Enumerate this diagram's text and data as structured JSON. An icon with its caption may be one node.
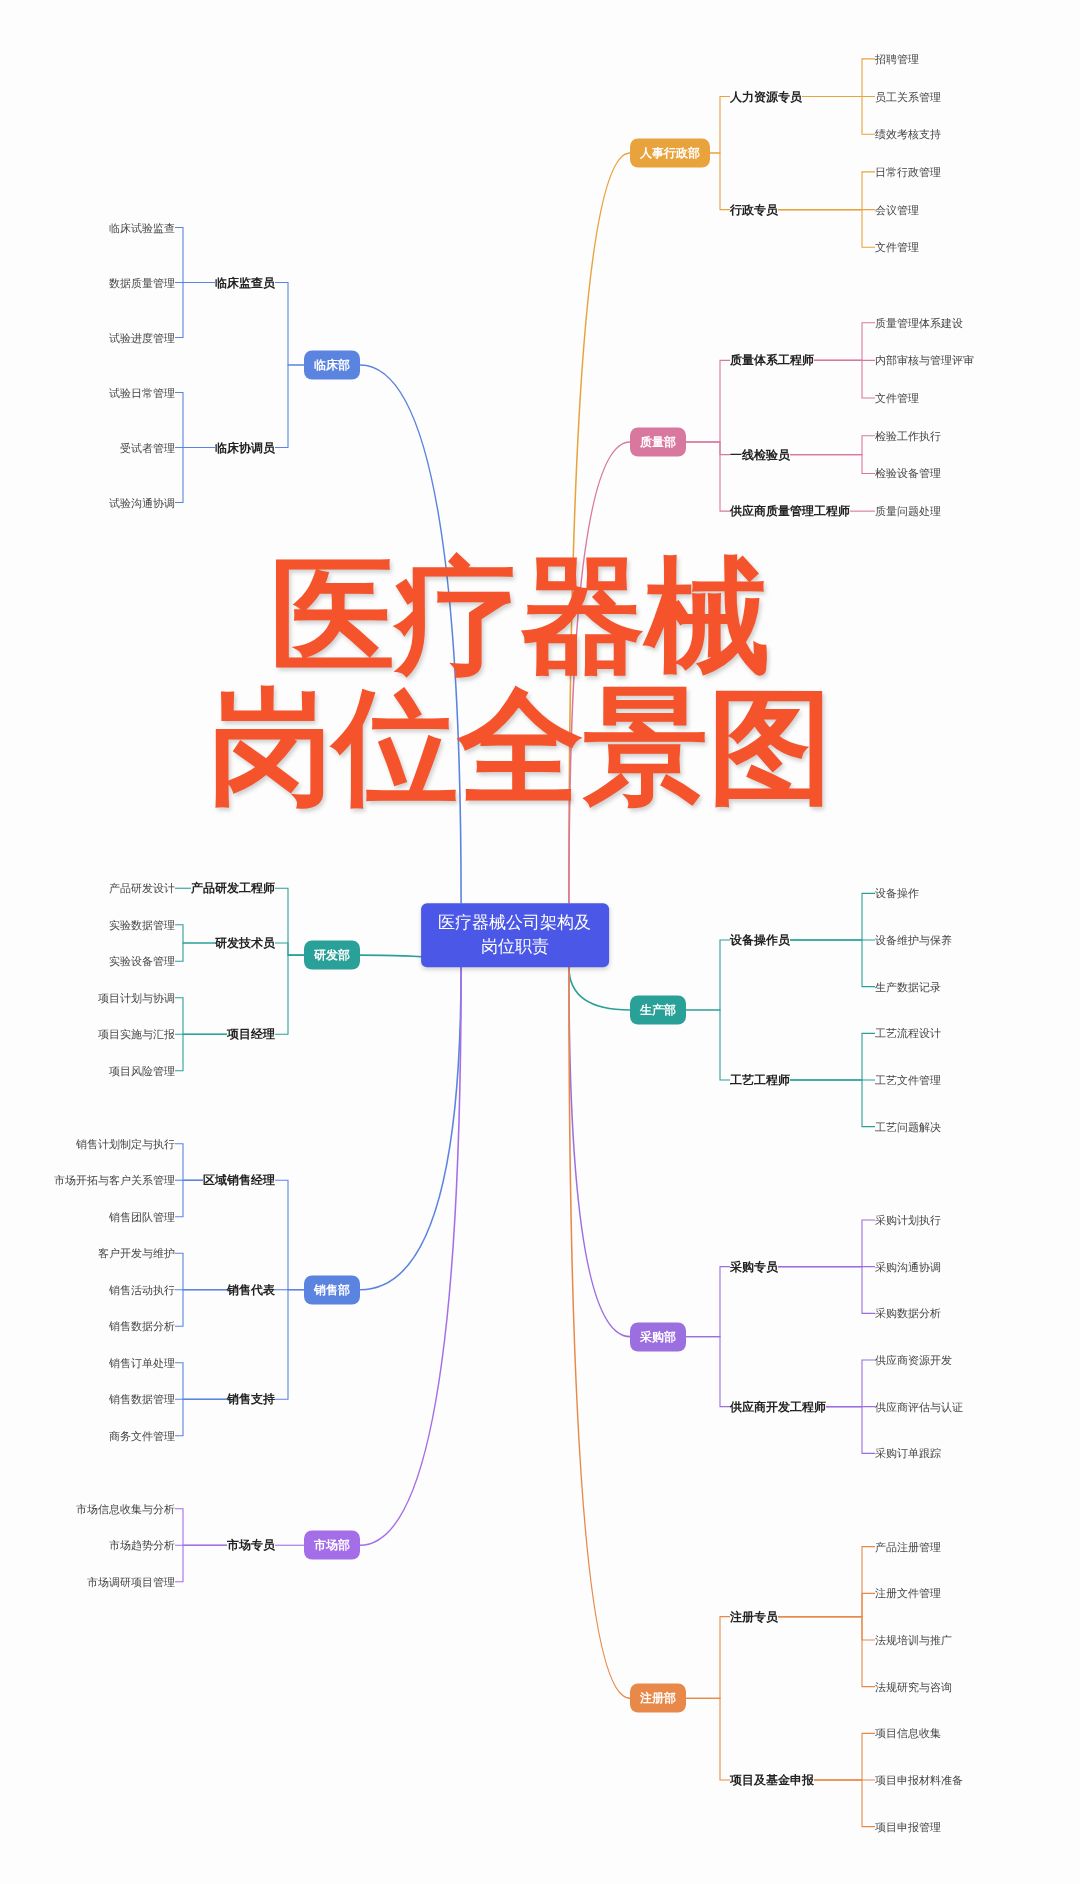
{
  "diagram": {
    "title": "医疗器械岗位全景图",
    "nodes": [
      {
        "text": [
          "医疗器械公司架构及岗位职责"
        ]
      },
      {
        "text": [
          "人事行政部"
        ]
      },
      {
        "text": [
          "人力资源专员"
        ]
      },
      {
        "text": [
          "招聘管理"
        ]
      },
      {
        "text": [
          "员工关系管理"
        ]
      },
      {
        "text": [
          "绩效考核支持"
        ]
      },
      {
        "text": [
          "行政专员"
        ]
      },
      {
        "text": [
          "日常行政管理"
        ]
      },
      {
        "text": [
          "会议管理"
        ]
      },
      {
        "text": [
          "文件管理"
        ]
      },
      {
        "text": [
          "质量部"
        ]
      },
      {
        "text": [
          "质量体系工程师"
        ]
      },
      {
        "text": [
          "质量管理体系建设"
        ]
      },
      {
        "text": [
          "内部审核与管理评审"
        ]
      },
      {
        "text": [
          "文件管理"
        ]
      },
      {
        "text": [
          "一线检验员"
        ]
      },
      {
        "text": [
          "检验工作执行"
        ]
      },
      {
        "text": [
          "检验设备管理"
        ]
      },
      {
        "text": [
          "供应商质量管理工程师"
        ]
      },
      {
        "text": [
          "质量问题处理"
        ]
      },
      {
        "text": [
          "生产部"
        ]
      },
      {
        "text": [
          "设备操作员"
        ]
      },
      {
        "text": [
          "设备操作"
        ]
      },
      {
        "text": [
          "设备维护与保养"
        ]
      },
      {
        "text": [
          "生产数据记录"
        ]
      },
      {
        "text": [
          "工艺工程师"
        ]
      },
      {
        "text": [
          "工艺流程设计"
        ]
      },
      {
        "text": [
          "工艺文件管理"
        ]
      },
      {
        "text": [
          "工艺问题解决"
        ]
      },
      {
        "text": [
          "采购部"
        ]
      },
      {
        "text": [
          "采购专员"
        ]
      },
      {
        "text": [
          "采购计划执行"
        ]
      },
      {
        "text": [
          "采购沟通协调"
        ]
      },
      {
        "text": [
          "采购数据分析"
        ]
      },
      {
        "text": [
          "供应商开发工程师"
        ]
      },
      {
        "text": [
          "供应商资源开发"
        ]
      },
      {
        "text": [
          "供应商评估与认证"
        ]
      },
      {
        "text": [
          "采购订单跟踪"
        ]
      },
      {
        "text": [
          "注册部"
        ]
      },
      {
        "text": [
          "注册专员"
        ]
      },
      {
        "text": [
          "产品注册管理"
        ]
      },
      {
        "text": [
          "注册文件管理"
        ]
      },
      {
        "text": [
          "法规培训与推广"
        ]
      },
      {
        "text": [
          "法规研究与咨询"
        ]
      },
      {
        "text": [
          "项目及基金申报"
        ]
      },
      {
        "text": [
          "项目信息收集"
        ]
      },
      {
        "text": [
          "项目申报材料准备"
        ]
      },
      {
        "text": [
          "项目申报管理"
        ]
      },
      {
        "text": [
          "临床部"
        ]
      },
      {
        "text": [
          "临床监查员"
        ]
      },
      {
        "text": [
          "临床试验监查"
        ]
      },
      {
        "text": [
          "数据质量管理"
        ]
      },
      {
        "text": [
          "试验进度管理"
        ]
      },
      {
        "text": [
          "临床协调员"
        ]
      },
      {
        "text": [
          "试验日常管理"
        ]
      },
      {
        "text": [
          "受试者管理"
        ]
      },
      {
        "text": [
          "试验沟通协调"
        ]
      },
      {
        "text": [
          "研发部"
        ]
      },
      {
        "text": [
          "产品研发工程师"
        ]
      },
      {
        "text": [
          "产品研发设计"
        ]
      },
      {
        "text": [
          "研发技术员"
        ]
      },
      {
        "text": [
          "实验数据管理"
        ]
      },
      {
        "text": [
          "实验设备管理"
        ]
      },
      {
        "text": [
          "项目经理"
        ]
      },
      {
        "text": [
          "项目计划与协调"
        ]
      },
      {
        "text": [
          "项目实施与汇报"
        ]
      },
      {
        "text": [
          "项目风险管理"
        ]
      },
      {
        "text": [
          "销售部"
        ]
      },
      {
        "text": [
          "区域销售经理"
        ]
      },
      {
        "text": [
          "销售计划制定与执行"
        ]
      },
      {
        "text": [
          "市场开拓与客户关系管理"
        ]
      },
      {
        "text": [
          "销售团队管理"
        ]
      },
      {
        "text": [
          "销售代表"
        ]
      },
      {
        "text": [
          "客户开发与维护"
        ]
      },
      {
        "text": [
          "销售活动执行"
        ]
      },
      {
        "text": [
          "销售数据分析"
        ]
      },
      {
        "text": [
          "销售支持"
        ]
      },
      {
        "text": [
          "销售订单处理"
        ]
      },
      {
        "text": [
          "销售数据管理"
        ]
      },
      {
        "text": [
          "商务文件管理"
        ]
      },
      {
        "text": [
          "市场部"
        ]
      },
      {
        "text": [
          "市场专员"
        ]
      },
      {
        "text": [
          "市场信息收集与分析"
        ]
      },
      {
        "text": [
          "市场趋势分析"
        ]
      },
      {
        "text": [
          "市场调研项目管理"
        ]
      }
    ],
    "edges": [
      {
        "from": 0,
        "to": 1,
        "arrow": "none",
        "color": "#e8a33d"
      },
      {
        "from": 0,
        "to": 10,
        "arrow": "none",
        "color": "#d9789f"
      },
      {
        "from": 0,
        "to": 20,
        "arrow": "none",
        "color": "#2aa198"
      },
      {
        "from": 0,
        "to": 29,
        "arrow": "none",
        "color": "#9b6fe0"
      },
      {
        "from": 0,
        "to": 38,
        "arrow": "none",
        "color": "#e8894a"
      },
      {
        "from": 0,
        "to": 48,
        "arrow": "none",
        "color": "#5b84e0"
      },
      {
        "from": 0,
        "to": 57,
        "arrow": "none",
        "color": "#2aa198"
      },
      {
        "from": 0,
        "to": 67,
        "arrow": "none",
        "color": "#5b84e0"
      },
      {
        "from": 0,
        "to": 80,
        "arrow": "none",
        "color": "#a46ee8"
      },
      {
        "from": 1,
        "to": 2,
        "arrow": "none",
        "color": "#e8a33d"
      },
      {
        "from": 2,
        "to": 3,
        "arrow": "none",
        "color": "#e8a33d"
      },
      {
        "from": 2,
        "to": 4,
        "arrow": "none",
        "color": "#e8a33d"
      },
      {
        "from": 2,
        "to": 5,
        "arrow": "none",
        "color": "#e8a33d"
      },
      {
        "from": 1,
        "to": 6,
        "arrow": "none",
        "color": "#e8a33d"
      },
      {
        "from": 6,
        "to": 7,
        "arrow": "none",
        "color": "#e8a33d"
      },
      {
        "from": 6,
        "to": 8,
        "arrow": "none",
        "color": "#e8a33d"
      },
      {
        "from": 6,
        "to": 9,
        "arrow": "none",
        "color": "#e8a33d"
      },
      {
        "from": 10,
        "to": 11,
        "arrow": "none",
        "color": "#d9789f"
      },
      {
        "from": 11,
        "to": 12,
        "arrow": "none",
        "color": "#d9789f"
      },
      {
        "from": 11,
        "to": 13,
        "arrow": "none",
        "color": "#d9789f"
      },
      {
        "from": 11,
        "to": 14,
        "arrow": "none",
        "color": "#d9789f"
      },
      {
        "from": 10,
        "to": 15,
        "arrow": "none",
        "color": "#d9789f"
      },
      {
        "from": 15,
        "to": 16,
        "arrow": "none",
        "color": "#d9789f"
      },
      {
        "from": 15,
        "to": 17,
        "arrow": "none",
        "color": "#d9789f"
      },
      {
        "from": 10,
        "to": 18,
        "arrow": "none",
        "color": "#d9789f"
      },
      {
        "from": 18,
        "to": 19,
        "arrow": "none",
        "color": "#d9789f"
      },
      {
        "from": 20,
        "to": 21,
        "arrow": "none",
        "color": "#2aa198"
      },
      {
        "from": 21,
        "to": 22,
        "arrow": "none",
        "color": "#2aa198"
      },
      {
        "from": 21,
        "to": 23,
        "arrow": "none",
        "color": "#2aa198"
      },
      {
        "from": 21,
        "to": 24,
        "arrow": "none",
        "color": "#2aa198"
      },
      {
        "from": 20,
        "to": 25,
        "arrow": "none",
        "color": "#2aa198"
      },
      {
        "from": 25,
        "to": 26,
        "arrow": "none",
        "color": "#2aa198"
      },
      {
        "from": 25,
        "to": 27,
        "arrow": "none",
        "color": "#2aa198"
      },
      {
        "from": 25,
        "to": 28,
        "arrow": "none",
        "color": "#2aa198"
      },
      {
        "from": 29,
        "to": 30,
        "arrow": "none",
        "color": "#9b6fe0"
      },
      {
        "from": 30,
        "to": 31,
        "arrow": "none",
        "color": "#9b6fe0"
      },
      {
        "from": 30,
        "to": 32,
        "arrow": "none",
        "color": "#9b6fe0"
      },
      {
        "from": 30,
        "to": 33,
        "arrow": "none",
        "color": "#9b6fe0"
      },
      {
        "from": 29,
        "to": 34,
        "arrow": "none",
        "color": "#9b6fe0"
      },
      {
        "from": 34,
        "to": 35,
        "arrow": "none",
        "color": "#9b6fe0"
      },
      {
        "from": 34,
        "to": 36,
        "arrow": "none",
        "color": "#9b6fe0"
      },
      {
        "from": 34,
        "to": 37,
        "arrow": "none",
        "color": "#9b6fe0"
      },
      {
        "from": 38,
        "to": 39,
        "arrow": "none",
        "color": "#e8894a"
      },
      {
        "from": 39,
        "to": 40,
        "arrow": "none",
        "color": "#e8894a"
      },
      {
        "from": 39,
        "to": 41,
        "arrow": "none",
        "color": "#e8894a"
      },
      {
        "from": 39,
        "to": 42,
        "arrow": "none",
        "color": "#e8894a"
      },
      {
        "from": 39,
        "to": 43,
        "arrow": "none",
        "color": "#e8894a"
      },
      {
        "from": 38,
        "to": 44,
        "arrow": "none",
        "color": "#e8894a"
      },
      {
        "from": 44,
        "to": 45,
        "arrow": "none",
        "color": "#e8894a"
      },
      {
        "from": 44,
        "to": 46,
        "arrow": "none",
        "color": "#e8894a"
      },
      {
        "from": 44,
        "to": 47,
        "arrow": "none",
        "color": "#e8894a"
      },
      {
        "from": 48,
        "to": 49,
        "arrow": "none",
        "color": "#5b84e0"
      },
      {
        "from": 49,
        "to": 50,
        "arrow": "none",
        "color": "#5b84e0"
      },
      {
        "from": 49,
        "to": 51,
        "arrow": "none",
        "color": "#5b84e0"
      },
      {
        "from": 49,
        "to": 52,
        "arrow": "none",
        "color": "#5b84e0"
      },
      {
        "from": 48,
        "to": 53,
        "arrow": "none",
        "color": "#5b84e0"
      },
      {
        "from": 53,
        "to": 54,
        "arrow": "none",
        "color": "#5b84e0"
      },
      {
        "from": 53,
        "to": 55,
        "arrow": "none",
        "color": "#5b84e0"
      },
      {
        "from": 53,
        "to": 56,
        "arrow": "none",
        "color": "#5b84e0"
      },
      {
        "from": 57,
        "to": 58,
        "arrow": "none",
        "color": "#2aa198"
      },
      {
        "from": 58,
        "to": 59,
        "arrow": "none",
        "color": "#2aa198"
      },
      {
        "from": 57,
        "to": 60,
        "arrow": "none",
        "color": "#2aa198"
      },
      {
        "from": 60,
        "to": 61,
        "arrow": "none",
        "color": "#2aa198"
      },
      {
        "from": 60,
        "to": 62,
        "arrow": "none",
        "color": "#2aa198"
      },
      {
        "from": 57,
        "to": 63,
        "arrow": "none",
        "color": "#2aa198"
      },
      {
        "from": 63,
        "to": 64,
        "arrow": "none",
        "color": "#2aa198"
      },
      {
        "from": 63,
        "to": 65,
        "arrow": "none",
        "color": "#2aa198"
      },
      {
        "from": 63,
        "to": 66,
        "arrow": "none",
        "color": "#2aa198"
      },
      {
        "from": 67,
        "to": 68,
        "arrow": "none",
        "color": "#5b84e0"
      },
      {
        "from": 68,
        "to": 69,
        "arrow": "none",
        "color": "#5b84e0"
      },
      {
        "from": 68,
        "to": 70,
        "arrow": "none",
        "color": "#5b84e0"
      },
      {
        "from": 68,
        "to": 71,
        "arrow": "none",
        "color": "#5b84e0"
      },
      {
        "from": 67,
        "to": 72,
        "arrow": "none",
        "color": "#5b84e0"
      },
      {
        "from": 72,
        "to": 73,
        "arrow": "none",
        "color": "#5b84e0"
      },
      {
        "from": 72,
        "to": 74,
        "arrow": "none",
        "color": "#5b84e0"
      },
      {
        "from": 72,
        "to": 75,
        "arrow": "none",
        "color": "#5b84e0"
      },
      {
        "from": 67,
        "to": 76,
        "arrow": "none",
        "color": "#5b84e0"
      },
      {
        "from": 76,
        "to": 77,
        "arrow": "none",
        "color": "#5b84e0"
      },
      {
        "from": 76,
        "to": 78,
        "arrow": "none",
        "color": "#5b84e0"
      },
      {
        "from": 76,
        "to": 79,
        "arrow": "none",
        "color": "#5b84e0"
      },
      {
        "from": 80,
        "to": 81,
        "arrow": "none",
        "color": "#a46ee8"
      },
      {
        "from": 81,
        "to": 82,
        "arrow": "none",
        "color": "#a46ee8"
      },
      {
        "from": 81,
        "to": 83,
        "arrow": "none",
        "color": "#a46ee8"
      },
      {
        "from": 81,
        "to": 84,
        "arrow": "none",
        "color": "#a46ee8"
      }
    ]
  }
}
